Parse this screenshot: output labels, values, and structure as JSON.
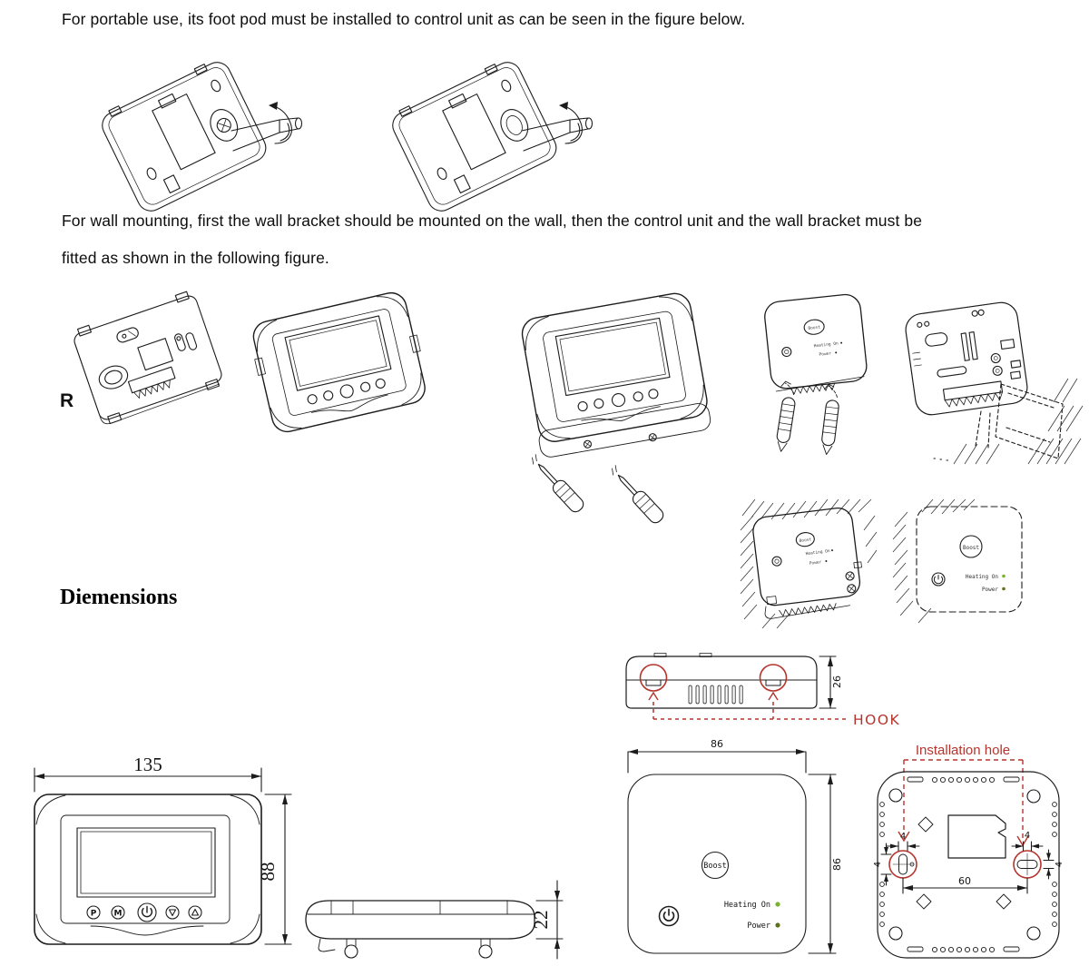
{
  "text": {
    "para1": "For portable use, its foot pod must be installed to control unit as can be seen in the figure below.",
    "para2_l1": "For wall mounting, first the wall bracket should be mounted on the wall, then the control unit and the wall bracket must be",
    "para2_l2": "fitted as shown in the following figure.",
    "r_label": "R",
    "heading": "Diemensions"
  },
  "control_unit": {
    "buttons": {
      "p": "P",
      "m": "M"
    },
    "dims": {
      "width": "135",
      "height": "88",
      "depth": "22"
    }
  },
  "receiver": {
    "boost": "Boost",
    "heating_on": "Heating On",
    "power": "Power",
    "hook_label": "HOOK",
    "installation_hole_label": "Installation hole",
    "dims": {
      "width": "86",
      "height": "86",
      "depth": "26",
      "hole_spacing": "60",
      "hole_offset": "4"
    }
  },
  "colors": {
    "ink": "#1c1c1c",
    "red": "#b5352d",
    "green_bright": "#79b32b",
    "green_dark": "#5e721d"
  }
}
